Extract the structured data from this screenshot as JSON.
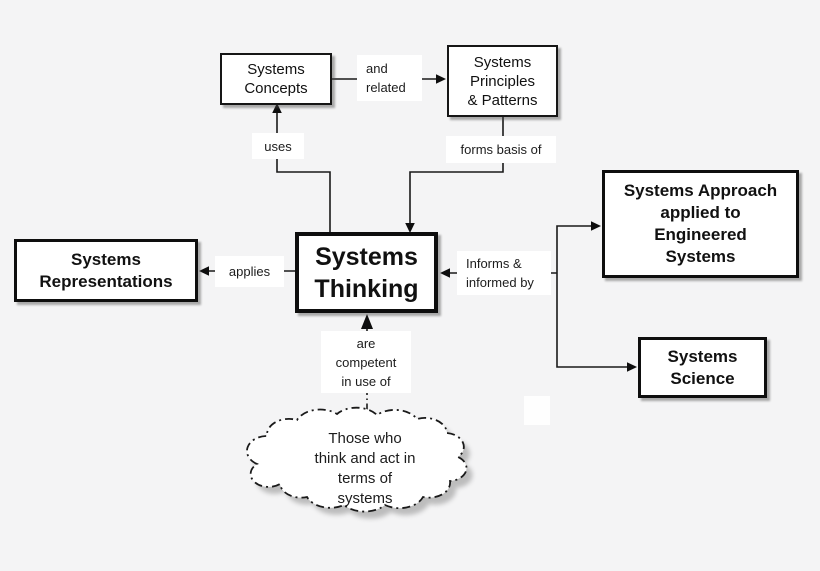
{
  "diagram_title": "Systems Thinking concept map",
  "colors": {
    "background": "#f4f4f5",
    "node_fill": "#ffffff",
    "line": "#1a1a1a",
    "text": "#111111"
  },
  "nodes": {
    "concepts": {
      "text": "Systems\nConcepts"
    },
    "principles": {
      "text": "Systems\nPrinciples\n& Patterns"
    },
    "thinking": {
      "text": "Systems\nThinking"
    },
    "representations": {
      "text": "Systems\nRepresentations"
    },
    "approach": {
      "text": "Systems Approach\napplied to\nEngineered\nSystems"
    },
    "science": {
      "text": "Systems\nScience"
    },
    "cloud": {
      "text": "Those who\nthink and act in\nterms of\nsystems"
    }
  },
  "edge_labels": {
    "and_related": "and\nrelated",
    "uses": "uses",
    "forms_basis_of": "forms basis of",
    "applies": "applies",
    "informs": "Informs &\ninformed by",
    "are_competent": "are\ncompetent\nin use of"
  }
}
